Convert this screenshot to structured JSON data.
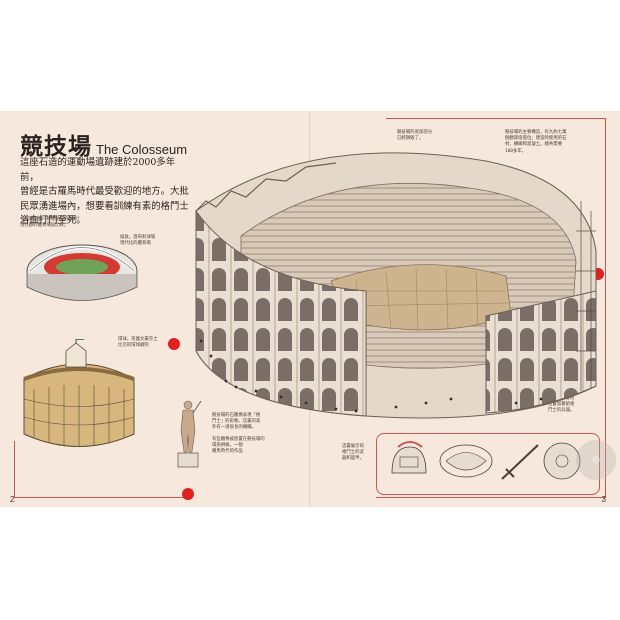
{
  "page": {
    "title_zh": "競技場",
    "title_en": "The Colosseum",
    "intro": [
      "這座石造的運動場遺跡建於2000多年前，",
      "曾經是古羅馬時代最受歡迎的地方。大批",
      "民眾湧進場內，想要看訓練有素的格鬥士",
      "浴血打鬥至死。"
    ],
    "page_left": "2",
    "page_right": "3"
  },
  "notes": {
    "compare": [
      "今日要是哪一種運動場的影像？",
      "現在都的體育場館比較。"
    ],
    "stadium": [
      "倫敦。溫布利球場",
      "現代化的體育場"
    ],
    "globe": [
      "環球。英國文豪莎士",
      "比亞的環球劇院"
    ],
    "statue": [
      "有些雕像被放置在競技場的",
      "環形拱廊。一個",
      "羅馬時代的作品"
    ],
    "gladiator_statue": [
      "競技場的石雕像表現「格",
      "鬥士」的形象。這裏的高",
      "外有一道很長的柵欄。"
    ],
    "top_center": [
      "競技場的底部部分",
      "已經損毀了。"
    ],
    "top_right": [
      "競技場的主要構造，有九約七萬",
      "個觀眾席座位；建造時使用的石",
      "材，構織和混凝土。總共需要",
      "100多年。"
    ],
    "right_mid": [
      "有些觀眾會把",
      "位置留著給格",
      "鬥士的兵器。"
    ],
    "weapons_intro": [
      "這裏展示的",
      "格鬥士的武",
      "器和盔甲。"
    ]
  }
}
